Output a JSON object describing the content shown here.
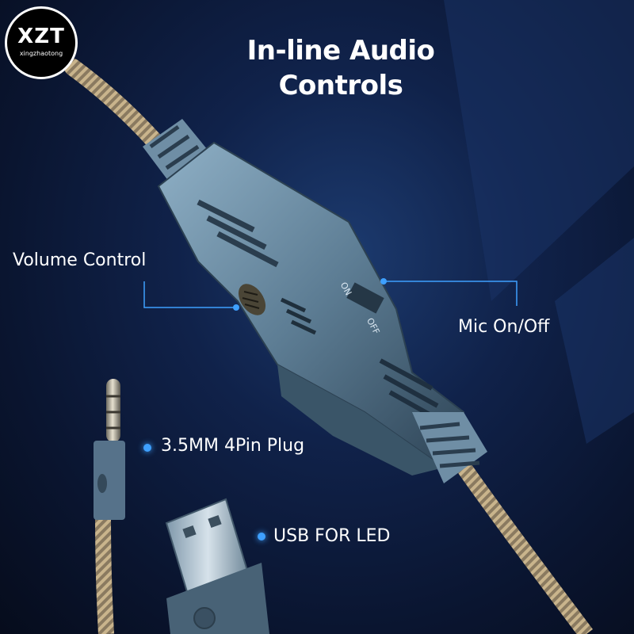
{
  "logo": {
    "text": "XZT",
    "subtext": "xingzhaotong"
  },
  "title": {
    "line1": "In-line Audio",
    "line2": "Controls"
  },
  "labels": {
    "volume": "Volume Control",
    "mic": "Mic On/Off",
    "plug": "3.5MM 4Pin Plug",
    "usb": "USB FOR LED"
  },
  "switch_marks": {
    "on": "ON",
    "off": "OFF"
  },
  "colors": {
    "accent": "#3ea0ff",
    "background": "#0b1428",
    "body": "#5d7d94"
  }
}
